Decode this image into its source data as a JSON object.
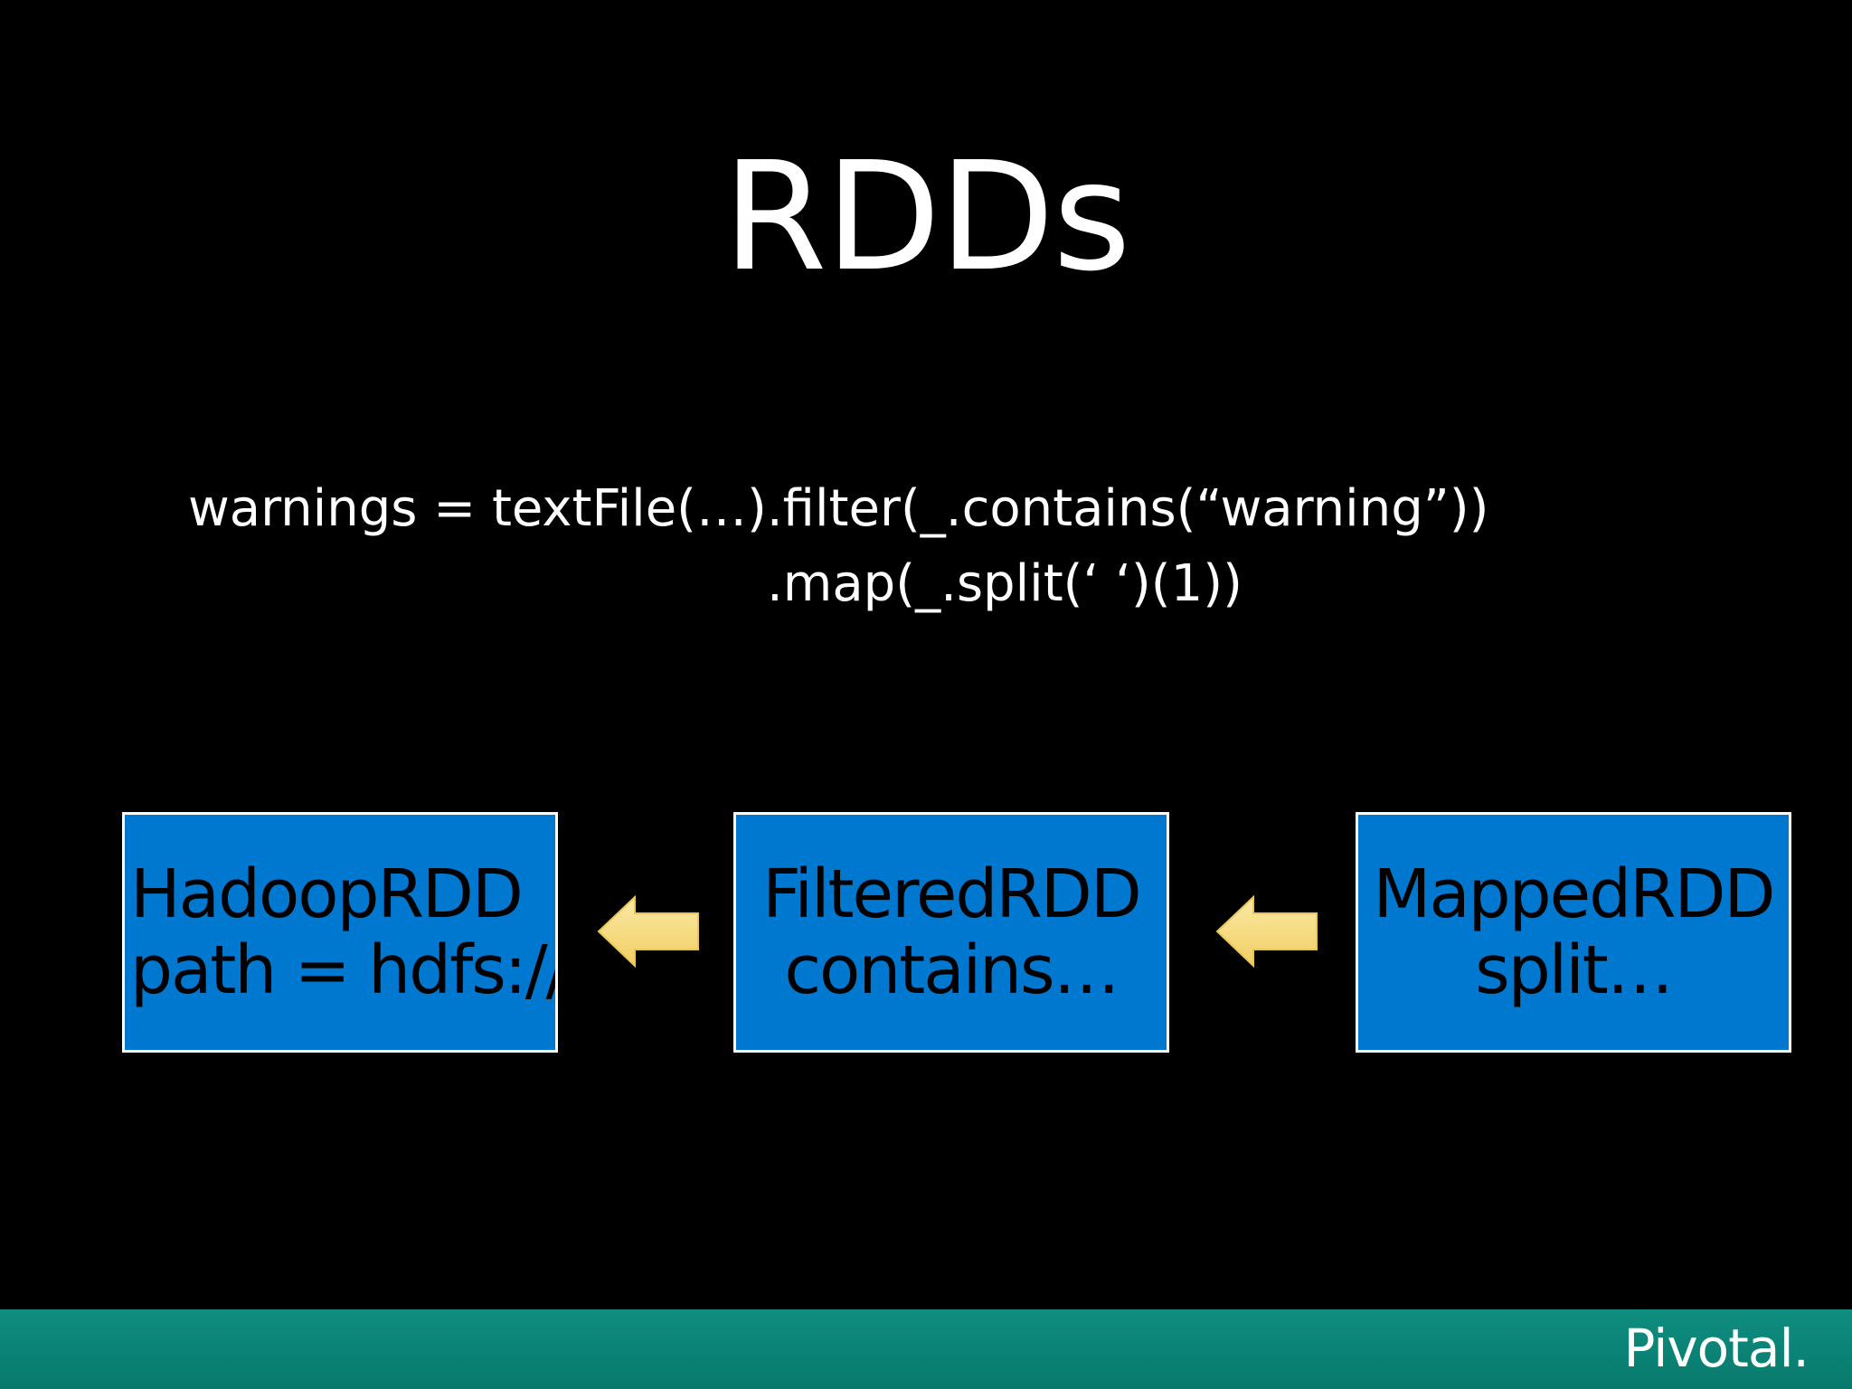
{
  "slide": {
    "title": "RDDs",
    "code": {
      "line1": "warnings = textFile(…).filter(_.contains(“warning”))",
      "line2": ".map(_.split(‘ ‘)(1))"
    }
  },
  "diagram": {
    "boxes": [
      {
        "name": "HadoopRDD",
        "detail": "path = hdfs://"
      },
      {
        "name": "FilteredRDD",
        "detail": "contains…"
      },
      {
        "name": "MappedRDD",
        "detail": "split…"
      }
    ],
    "arrows": [
      {
        "from": "FilteredRDD",
        "to": "HadoopRDD",
        "direction": "left"
      },
      {
        "from": "MappedRDD",
        "to": "FilteredRDD",
        "direction": "left"
      }
    ]
  },
  "footer": {
    "logo_text": "Pivotal."
  },
  "colors": {
    "background": "#000000",
    "box_fill": "#0078cf",
    "box_border": "#ffffff",
    "arrow_fill": "#f6dc82",
    "footer_bar": "#0a8476"
  }
}
